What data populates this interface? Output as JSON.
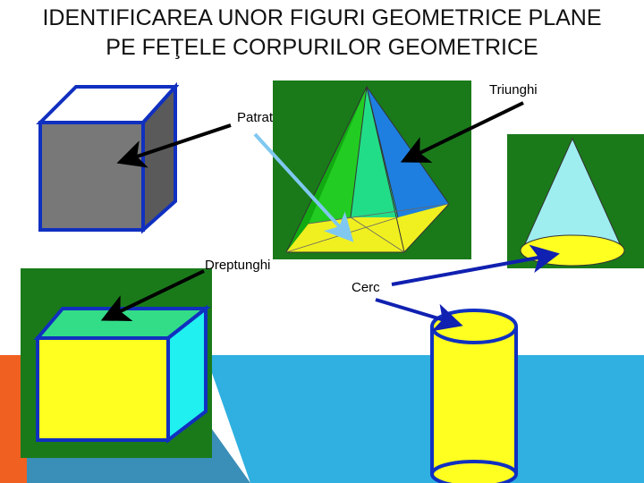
{
  "title": {
    "line1": "IDENTIFICAREA UNOR FIGURI GEOMETRICE PLANE",
    "line2": "PE FEŢELE CORPURILOR GEOMETRICE"
  },
  "labels": {
    "triangle": "Triunghi",
    "square": "Patrat",
    "rectangle": "Dreptunghi",
    "circle": "Cerc"
  },
  "colors": {
    "background_panel": "#1a7a1a",
    "cube_front": "#787878",
    "cube_edge": "#1030c0",
    "pyramid_face_left": "#22cc22",
    "pyramid_face_mid": "#22dd88",
    "pyramid_face_right": "#1e7fe0",
    "pyramid_base": "#f0f020",
    "cone_body": "#9eeef0",
    "cone_base": "#ffff20",
    "prism_front": "#ffff20",
    "prism_top": "#33dd88",
    "prism_side": "#20f0f0",
    "cylinder": "#ffff20",
    "sky_blue": "#2fb0e0",
    "orange": "#f06020",
    "arrow_black": "#000000",
    "arrow_blue": "#1020b0",
    "arrow_light_blue": "#80c8f0"
  }
}
